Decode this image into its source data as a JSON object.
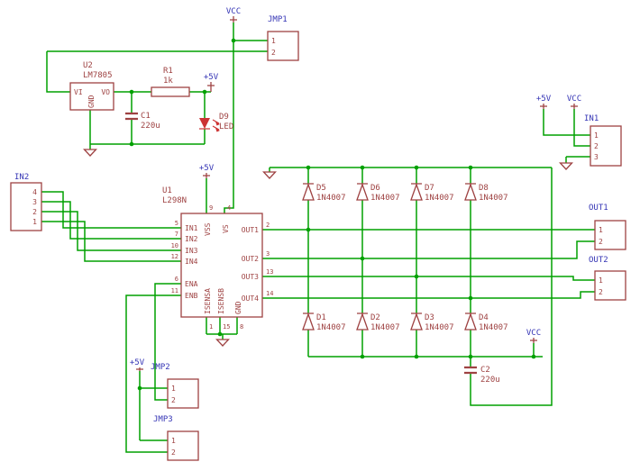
{
  "labels": {
    "vcc": "VCC",
    "p5v": "+5V"
  },
  "u2": {
    "ref": "U2",
    "value": "LM7805",
    "pin_vi": "VI",
    "pin_vo": "VO",
    "pin_gnd": "GND"
  },
  "r1": {
    "ref": "R1",
    "value": "1k"
  },
  "c1": {
    "ref": "C1",
    "value": "220u"
  },
  "c2": {
    "ref": "C2",
    "value": "220u"
  },
  "d9": {
    "ref": "D9",
    "value": "LED"
  },
  "u1": {
    "ref": "U1",
    "value": "L298N",
    "pins": {
      "in1": {
        "num": "5",
        "name": "IN1"
      },
      "in2": {
        "num": "7",
        "name": "IN2"
      },
      "in3": {
        "num": "10",
        "name": "IN3"
      },
      "in4": {
        "num": "12",
        "name": "IN4"
      },
      "ena": {
        "num": "6",
        "name": "ENA"
      },
      "enb": {
        "num": "11",
        "name": "ENB"
      },
      "out1": {
        "num": "2",
        "name": "OUT1"
      },
      "out2": {
        "num": "3",
        "name": "OUT2"
      },
      "out3": {
        "num": "13",
        "name": "OUT3"
      },
      "out4": {
        "num": "14",
        "name": "OUT4"
      },
      "vss": {
        "num": "9",
        "name": "VSS"
      },
      "vs": {
        "num": "4",
        "name": "VS"
      },
      "isensa": {
        "num": "1",
        "name": "ISENSA"
      },
      "isensb": {
        "num": "15",
        "name": "ISENSB"
      },
      "gnd": {
        "num": "8",
        "name": "GND"
      }
    }
  },
  "connectors": {
    "jmp1": {
      "name": "JMP1",
      "pins": [
        "1",
        "2"
      ]
    },
    "jmp2": {
      "name": "JMP2",
      "pins": [
        "1",
        "2"
      ]
    },
    "jmp3": {
      "name": "JMP3",
      "pins": [
        "1",
        "2"
      ]
    },
    "in1": {
      "name": "IN1",
      "pins": [
        "1",
        "2",
        "3"
      ]
    },
    "in2": {
      "name": "IN2",
      "pins": [
        "4",
        "3",
        "2",
        "1"
      ]
    },
    "out1": {
      "name": "OUT1",
      "pins": [
        "1",
        "2"
      ]
    },
    "out2": {
      "name": "OUT2",
      "pins": [
        "1",
        "2"
      ]
    }
  },
  "diodes": {
    "top": [
      {
        "ref": "D5",
        "value": "1N4007"
      },
      {
        "ref": "D6",
        "value": "1N4007"
      },
      {
        "ref": "D7",
        "value": "1N4007"
      },
      {
        "ref": "D8",
        "value": "1N4007"
      }
    ],
    "bottom": [
      {
        "ref": "D1",
        "value": "1N4007"
      },
      {
        "ref": "D2",
        "value": "1N4007"
      },
      {
        "ref": "D3",
        "value": "1N4007"
      },
      {
        "ref": "D4",
        "value": "1N4007"
      }
    ]
  },
  "colors": {
    "wire": "#00A000",
    "symbol": "#9E4242",
    "net_label": "#3535B5",
    "led": "#CC3333",
    "background": "#FFFFFF"
  }
}
